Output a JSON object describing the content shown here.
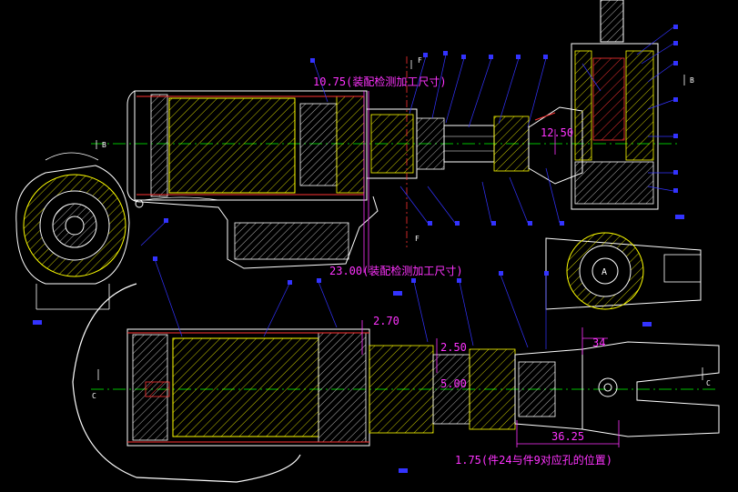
{
  "drawing": {
    "dimensions": {
      "d1075": "10.75(装配检测加工尺寸)",
      "d2300": "23.00(装配检测加工尺寸)",
      "d1250": "12.50",
      "d270": "2.70",
      "d250": "2.50",
      "d500": "5.00",
      "d34": "34",
      "d3625": "36.25",
      "d175": "1.75(件24与件9对应孔的位置)"
    },
    "section_marks": {
      "b_left": "B",
      "b_right": "B",
      "c_left": "C",
      "c_right": "C",
      "f_top": "F",
      "f_bottom": "F",
      "a_circle": "A"
    },
    "colors": {
      "background": "#000000",
      "outline": "#ffffff",
      "hatch": "#ffff00",
      "dimension": "#ff33ff",
      "leader": "#3333ff",
      "centerline": "#00ff00",
      "part": "#ff3333"
    }
  }
}
